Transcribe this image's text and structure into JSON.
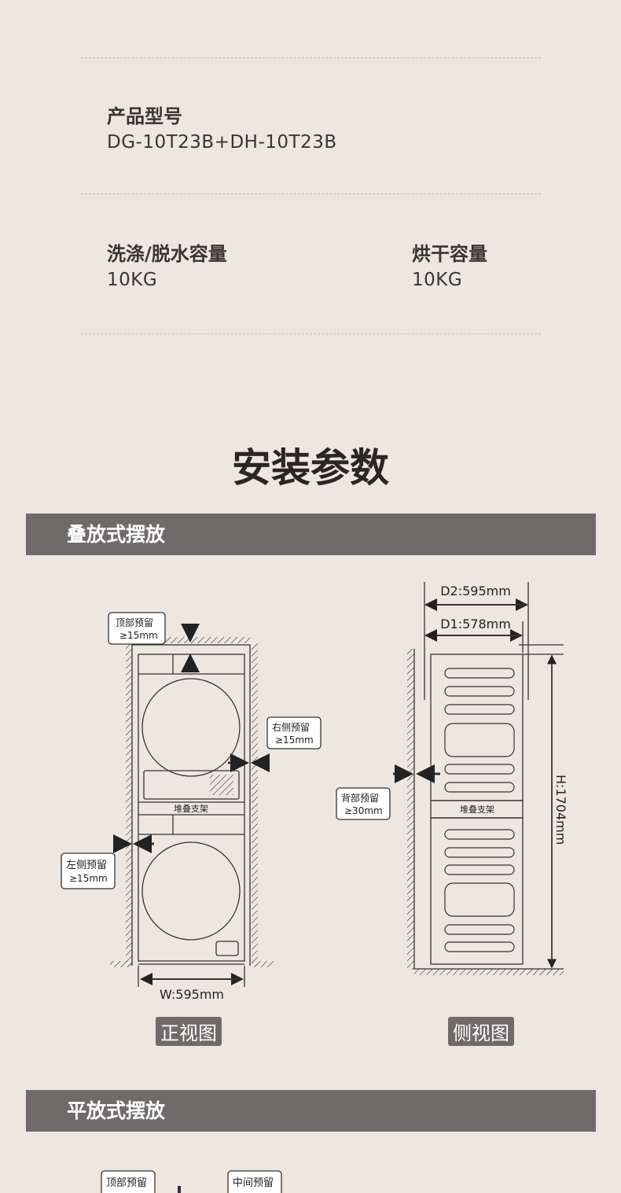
{
  "specs": {
    "model_label": "产品型号",
    "model_value": "DG-10T23B+DH-10T23B",
    "wash_label": "洗涤/脱水容量",
    "wash_value": "10KG",
    "dry_label": "烘干容量",
    "dry_value": "10KG"
  },
  "install": {
    "title": "安装参数",
    "stacked": {
      "header": "叠放式摆放",
      "front": {
        "caption": "正视图",
        "top_gap": "顶部预留",
        "top_gap_val": "≥15mm",
        "right_gap": "右侧预留",
        "right_gap_val": "≥15mm",
        "left_gap": "左侧预留",
        "left_gap_val": "≥15mm",
        "bracket": "堆叠支架",
        "width": "W:595mm"
      },
      "side": {
        "caption": "侧视图",
        "d2": "D2:595mm",
        "d1": "D1:578mm",
        "back_gap": "背部预留",
        "back_gap_val": "≥30mm",
        "bracket": "堆叠支架",
        "height": "H:1704mm"
      }
    },
    "flat": {
      "header": "平放式摆放",
      "top_gap": "顶部预留",
      "mid_gap": "中间预留"
    }
  }
}
